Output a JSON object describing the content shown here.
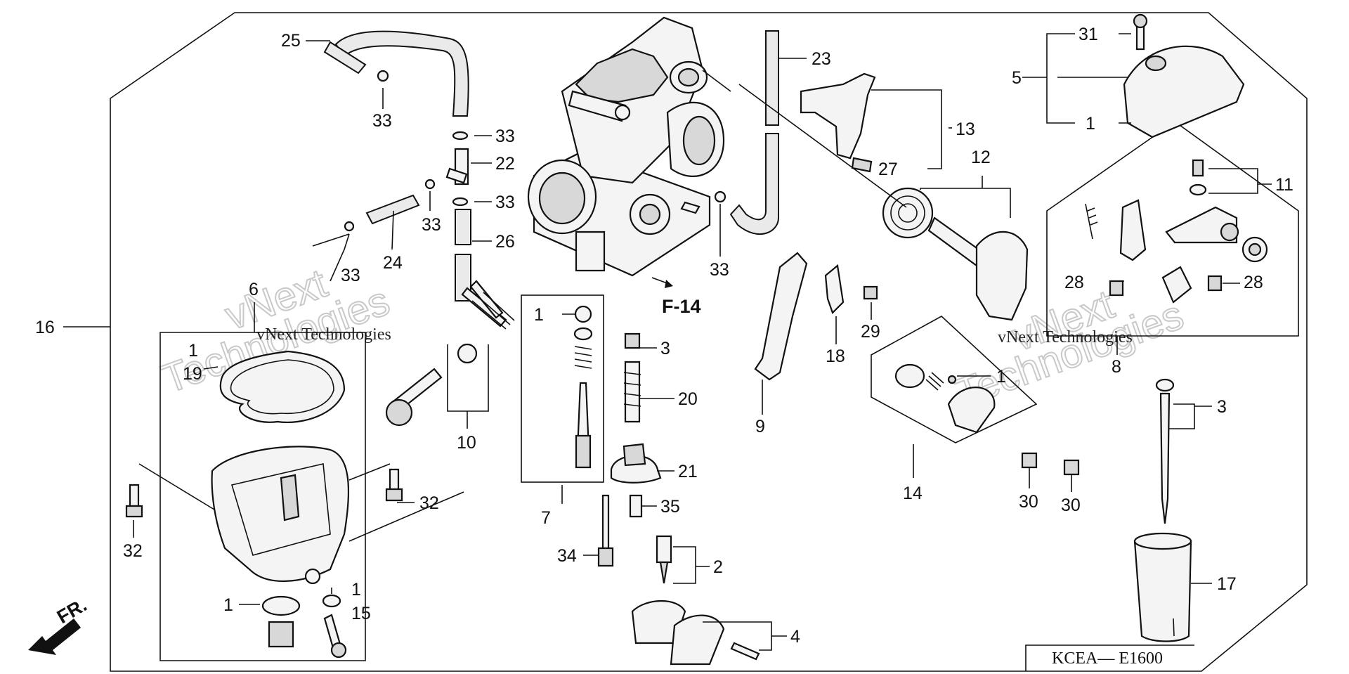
{
  "diagram": {
    "section_ref": "F-14",
    "diagram_code": "KCEA— E1600",
    "front_marker": "FR.",
    "watermark": {
      "text_small_left": "vNext Technologies",
      "text_small_right": "vNext Technologies",
      "text_big_1": "vNext",
      "text_big_2": "Technologies"
    },
    "callouts": {
      "c25": "25",
      "c33a": "33",
      "c33b": "33",
      "c22": "22",
      "c33c": "33",
      "c24": "24",
      "c33d": "33",
      "c26": "26",
      "c33e": "33",
      "c33f": "33",
      "c23": "23",
      "c13": "13",
      "c27": "27",
      "c12": "12",
      "c31": "31",
      "c5": "5",
      "c1a": "1",
      "c11": "11",
      "c28a": "28",
      "c28b": "28",
      "c8": "8",
      "c16": "16",
      "c6": "6",
      "c1b": "1",
      "c19": "19",
      "c10": "10",
      "c32a": "32",
      "c32b": "32",
      "c1c": "1",
      "c1d": "1",
      "c15": "15",
      "c1e": "1",
      "c3a": "3",
      "c20": "20",
      "c21": "21",
      "c7": "7",
      "c35": "35",
      "c34": "34",
      "c2": "2",
      "c4": "4",
      "c9": "9",
      "c18": "18",
      "c29": "29",
      "c1f": "1",
      "c14": "14",
      "c30a": "30",
      "c30b": "30",
      "c3b": "3",
      "c17": "17"
    }
  }
}
